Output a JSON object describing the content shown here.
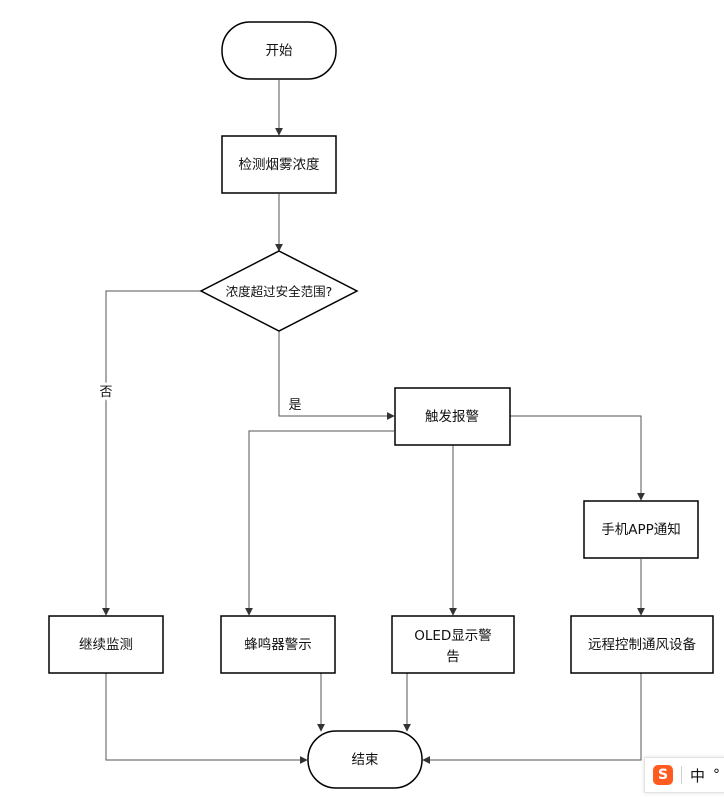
{
  "diagram": {
    "nodes": {
      "start": "开始",
      "detect": "检测烟雾浓度",
      "decision": "浓度超过安全范围?",
      "alarm": "触发报警",
      "continue_monitor": "继续监测",
      "buzzer": "蜂鸣器警示",
      "oled_line1": "OLED显示警",
      "oled_line2": "告",
      "app_notify": "手机APP通知",
      "remote_vent": "远程控制通风设备",
      "end": "结束"
    },
    "edge_labels": {
      "no": "否",
      "yes": "是"
    },
    "colors": {
      "line": "#000000",
      "arrow": "#333333",
      "connector": "#555555"
    }
  },
  "ime": {
    "logo_icon": "sogou-logo-icon",
    "logo_glyph": "S",
    "mode": "中",
    "punct": "°"
  }
}
